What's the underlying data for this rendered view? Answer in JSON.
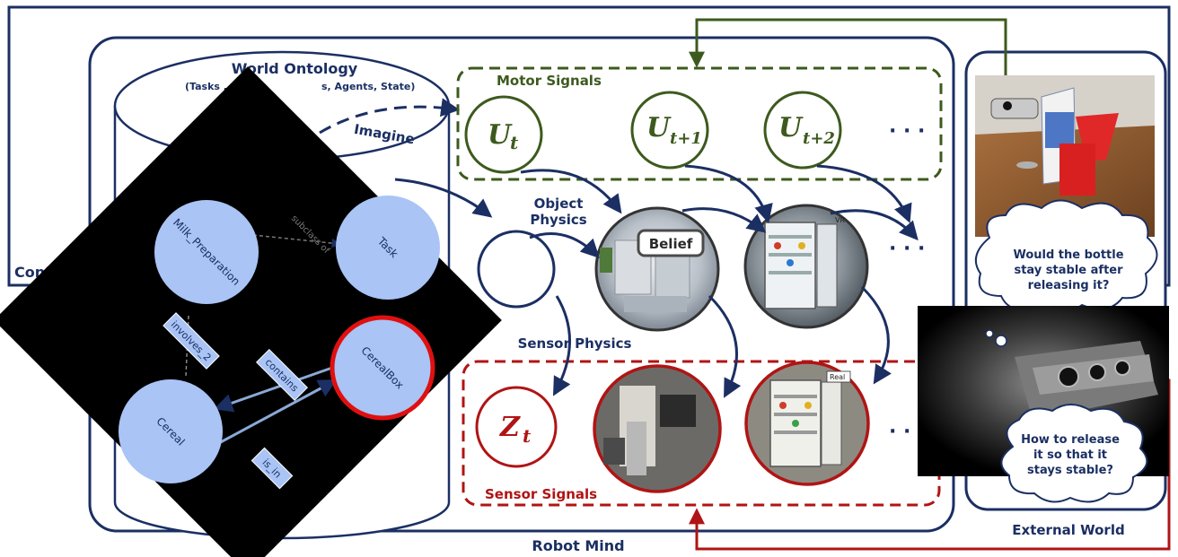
{
  "labels": {
    "context": "Context",
    "robot_mind": "Robot Mind",
    "external_world": "External World",
    "world_ontology": "World Ontology",
    "ontology_sub_left": "(Tasks , O",
    "ontology_sub_right": "s, Agents, State)",
    "imagine": "Imagine",
    "motor_signals": "Motor Signals",
    "sensor_signals": "Sensor Signals",
    "object_physics_1": "Object",
    "object_physics_2": "Physics",
    "sensor_physics": "Sensor  Physics",
    "belief": "Belief",
    "ellipsis": "· · ·"
  },
  "motor": {
    "u_t": "U",
    "u_t_sub": "t",
    "u_t1": "U",
    "u_t1_sub": "t+1",
    "u_t2": "U",
    "u_t2_sub": "t+2"
  },
  "sensor": {
    "z_t": "Z",
    "z_t_sub": "t"
  },
  "graph": {
    "nodes": {
      "milk": "Milk_Preparation",
      "task": "Task",
      "cereal": "Cereal",
      "cerealbox": "CerealBox"
    },
    "edges": {
      "subclass": "subclass of",
      "involves": "involves_2",
      "contains": "contains",
      "is_in": "is_in"
    }
  },
  "thoughts": {
    "q1_line1": "Would the bottle",
    "q1_line2": "stay stable after",
    "q1_line3": "releasing it?",
    "q2_line1": "How to release",
    "q2_line2": "it so that it",
    "q2_line3": "stays stable?"
  },
  "image_tags": {
    "vr": "VR",
    "real": "Real"
  },
  "colors": {
    "navy": "#1b2f63",
    "motor_green": "#3d5a1e",
    "sensor_red": "#b01414",
    "node_blue": "#a9c4f5",
    "node_red_border": "#e01010"
  }
}
